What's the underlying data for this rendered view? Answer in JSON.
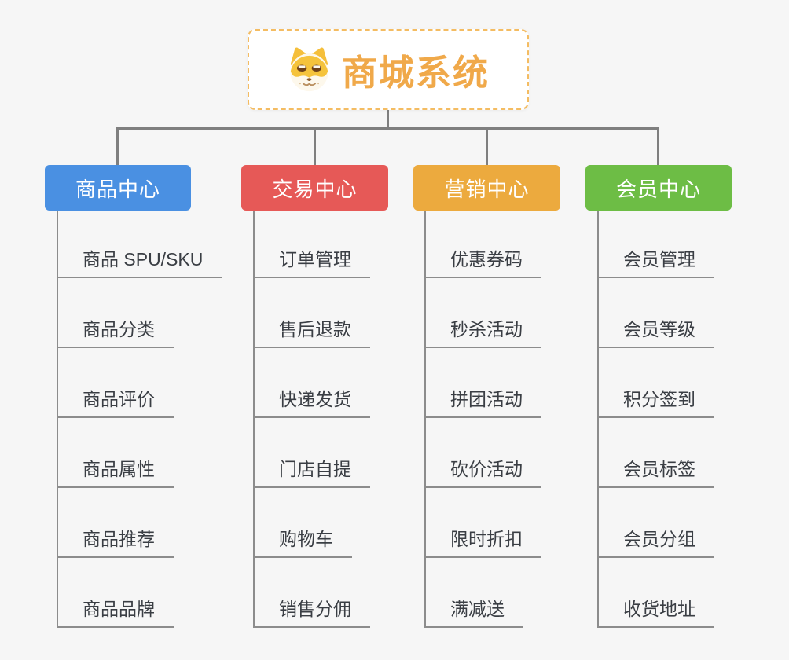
{
  "page": {
    "background_color": "#f6f6f6",
    "connector_color": "#7f7f7f",
    "leaf_line_color": "#8c8c8c",
    "leaf_text_color": "#3a3e44"
  },
  "root": {
    "title": "商城系统",
    "icon": "dog-face-icon",
    "text_color": "#f0a94a",
    "border_color": "#f4bc62"
  },
  "branches": [
    {
      "label": "商品中心",
      "color": "#4a90e2",
      "children": [
        "商品 SPU/SKU",
        "商品分类",
        "商品评价",
        "商品属性",
        "商品推荐",
        "商品品牌"
      ]
    },
    {
      "label": "交易中心",
      "color": "#e65957",
      "children": [
        "订单管理",
        "售后退款",
        "快递发货",
        "门店自提",
        "购物车",
        "销售分佣"
      ]
    },
    {
      "label": "营销中心",
      "color": "#ecaa3e",
      "children": [
        "优惠券码",
        "秒杀活动",
        "拼团活动",
        "砍价活动",
        "限时折扣",
        "满减送"
      ]
    },
    {
      "label": "会员中心",
      "color": "#6dbd45",
      "children": [
        "会员管理",
        "会员等级",
        "积分签到",
        "会员标签",
        "会员分组",
        "收货地址"
      ]
    }
  ]
}
